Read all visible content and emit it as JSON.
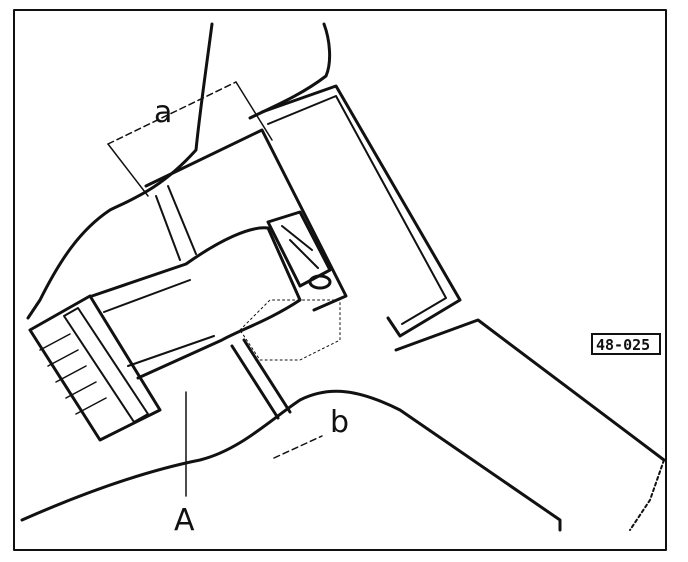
{
  "figure": {
    "labels": {
      "a": "a",
      "b": "b",
      "A": "A"
    },
    "reference_code": "48-025"
  },
  "colors": {
    "ink": "#111111",
    "paper": "#ffffff"
  }
}
